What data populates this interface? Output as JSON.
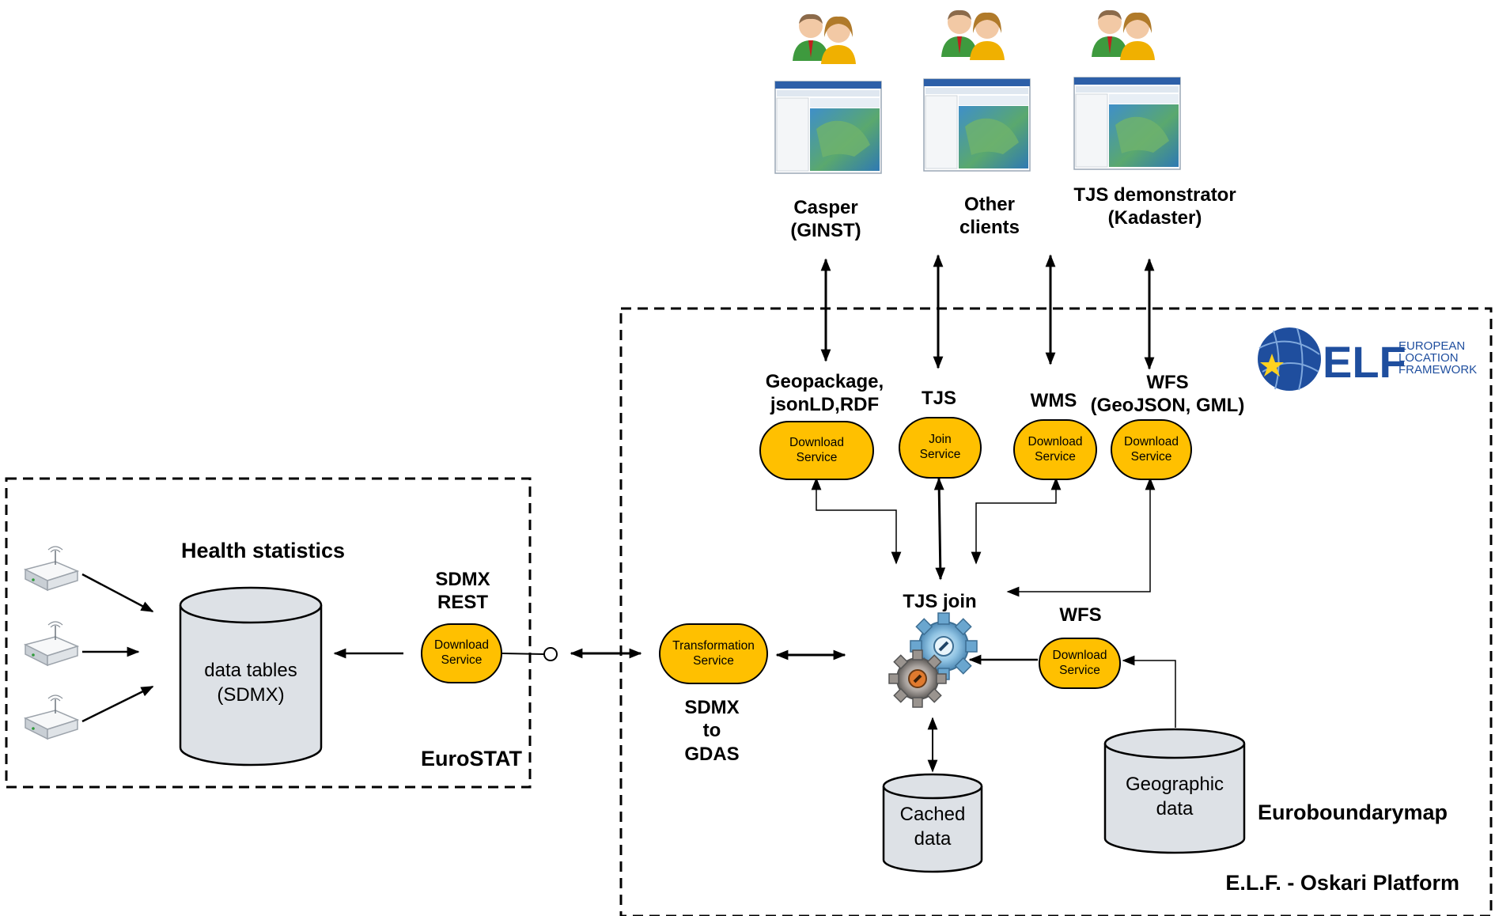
{
  "colors": {
    "service_fill": "#ffc000",
    "cylinder_fill": "#dde1e6",
    "line": "#000000",
    "elf_blue": "#1f4e9e"
  },
  "clients": [
    {
      "label_lines": [
        "Casper",
        "(GINST)"
      ]
    },
    {
      "label_lines": [
        "Other",
        "clients"
      ]
    },
    {
      "label_lines": [
        "TJS demonstrator",
        "(Kadaster)"
      ]
    }
  ],
  "interfaces": {
    "geopackage": [
      "Geopackage,",
      "jsonLD,RDF"
    ],
    "tjs": "TJS",
    "wms": "WMS",
    "wfs_top": [
      "WFS",
      "(GeoJSON, GML)"
    ],
    "wfs_right": "WFS",
    "sdmx_rest": [
      "SDMX",
      "REST"
    ]
  },
  "services": {
    "download": [
      "Download",
      "Service"
    ],
    "join": [
      "Join",
      "Service"
    ],
    "transformation": [
      "Transformation",
      "Service"
    ]
  },
  "nodes": {
    "tjs_join": "TJS join",
    "sdmx_to_gdas": [
      "SDMX",
      "to",
      "GDAS"
    ],
    "health_statistics": "Health statistics",
    "data_tables": [
      "data tables",
      "(SDMX)"
    ],
    "cached_data": [
      "Cached",
      "data"
    ],
    "geographic_data": [
      "Geographic",
      "data"
    ]
  },
  "regions": {
    "eurostat": "EuroSTAT",
    "euroboundarymap": "Euroboundarymap",
    "elf_platform": "E.L.F. - Oskari Platform"
  },
  "logo": {
    "wordmark": "ELF",
    "tagline": [
      "EUROPEAN",
      "LOCATION",
      "FRAMEWORK"
    ]
  }
}
